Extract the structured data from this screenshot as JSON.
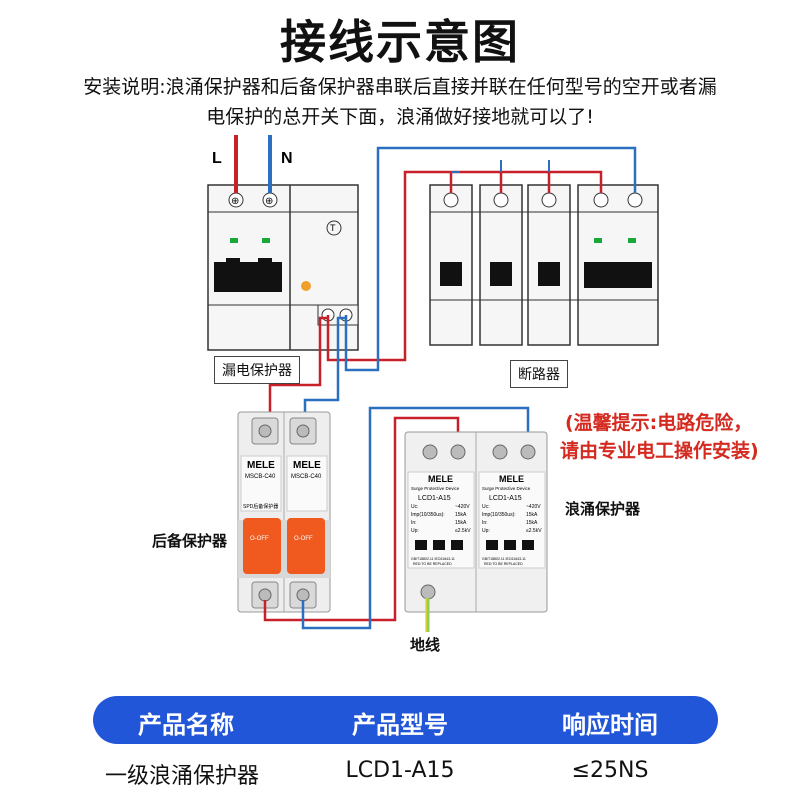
{
  "title": "接线示意图",
  "description": {
    "line1": "安装说明:浪涌保护器和后备保护器串联后直接并联在任何型号的空开或者漏",
    "line2": "电保护的总开关下面，浪涌做好接地就可以了!"
  },
  "terminals": {
    "live": "L",
    "neutral": "N",
    "test_mark": "T"
  },
  "labels": {
    "rcd": "漏电保护器",
    "breakers": "断路器",
    "backup": "后备保护器",
    "spd": "浪涌保护器",
    "ground": "地线"
  },
  "warning": {
    "line1": "(温馨提示:电路危险，",
    "line2": "请由专业电工操作安装)"
  },
  "backup_device": {
    "brand": "MELE",
    "model": "MSCB-C40",
    "switch_text": "O-OFF",
    "footer": "SPD后备保护器"
  },
  "spd_device": {
    "brand": "MELE",
    "subtitle": "Surge Protective Device",
    "model": "LCD1-A15",
    "specs": [
      {
        "key": "Uc:",
        "val": "~420V"
      },
      {
        "key": "Imp(10/350us):",
        "val": "15kA"
      },
      {
        "key": "In:",
        "val": "15kA"
      },
      {
        "key": "Up:",
        "val": "≤2.5kV"
      }
    ],
    "standard": "GB/T18802.11 IEC61643-11",
    "replace_note": "RED:TO BE REPLACED"
  },
  "table": {
    "headers": [
      "产品名称",
      "产品型号",
      "响应时间"
    ],
    "row": [
      "一级浪涌保护器",
      "LCD1-A15",
      "≤25NS"
    ]
  },
  "colors": {
    "live_wire": "#c8202a",
    "neutral_wire": "#2a6fc0",
    "ground_wire": "#8fd14f",
    "accent": "#2256d8",
    "warning": "#d42a20",
    "handle": "#f05a1e"
  }
}
